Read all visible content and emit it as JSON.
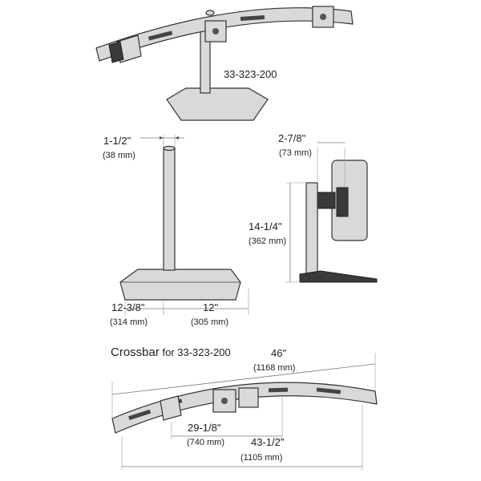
{
  "top_view": {
    "model": "33-323-200"
  },
  "stand": {
    "pole_width": {
      "imperial": "1-1/2\"",
      "metric": "(38 mm)"
    },
    "base_depth": {
      "imperial": "12-3/8\"",
      "metric": "(314 mm)"
    },
    "base_width": {
      "imperial": "12\"",
      "metric": "(305 mm)"
    }
  },
  "side_view": {
    "offset": {
      "imperial": "2-7/8\"",
      "metric": "(73 mm)"
    },
    "height": {
      "imperial": "14-1/4\"",
      "metric": "(362 mm)"
    }
  },
  "crossbar": {
    "title": "Crossbar",
    "title_suffix": " for 33-323-200",
    "overall": {
      "imperial": "46\"",
      "metric": "(1168 mm)"
    },
    "inner": {
      "imperial": "29-1/8\"",
      "metric": "(740 mm)"
    },
    "mid": {
      "imperial": "43-1/2\"",
      "metric": "(1105 mm)"
    }
  }
}
